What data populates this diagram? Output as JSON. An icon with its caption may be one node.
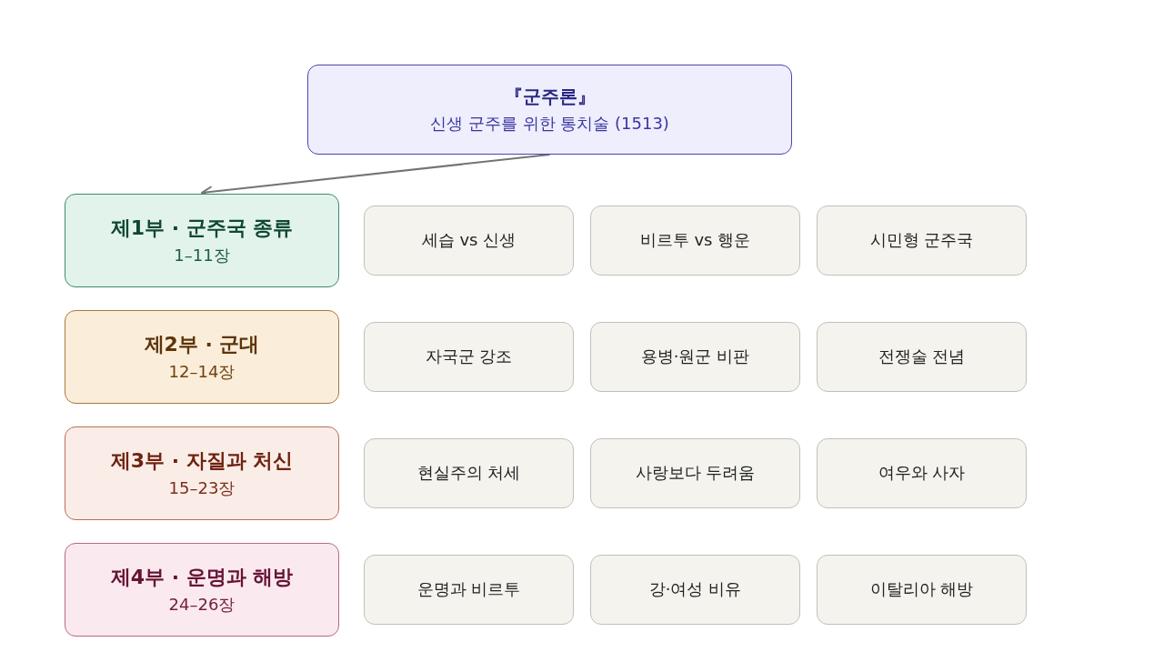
{
  "diagram": {
    "nodes": [
      {
        "text": [
          "『군주론』",
          "신생 군주를 위한 통치술 (1513)"
        ]
      },
      {
        "text": [
          "제1부 · 군주국 종류",
          "1–11장"
        ]
      },
      {
        "text": [
          "세습 vs 신생"
        ]
      },
      {
        "text": [
          "비르투 vs 행운"
        ]
      },
      {
        "text": [
          "시민형 군주국"
        ]
      },
      {
        "text": [
          "제2부 · 군대",
          "12–14장"
        ]
      },
      {
        "text": [
          "자국군 강조"
        ]
      },
      {
        "text": [
          "용병·원군 비판"
        ]
      },
      {
        "text": [
          "전쟁술 전념"
        ]
      },
      {
        "text": [
          "제3부 · 자질과 처신",
          "15–23장"
        ]
      },
      {
        "text": [
          "현실주의 처세"
        ]
      },
      {
        "text": [
          "사랑보다 두려움"
        ]
      },
      {
        "text": [
          "여우와 사자"
        ]
      },
      {
        "text": [
          "제4부 · 운명과 해방",
          "24–26장"
        ]
      },
      {
        "text": [
          "운명과 비르투"
        ]
      },
      {
        "text": [
          "강·여성 비유"
        ]
      },
      {
        "text": [
          "이탈리아 해방"
        ]
      }
    ],
    "edges": [
      {
        "from": 0,
        "to": 1,
        "arrow": "to"
      }
    ]
  }
}
